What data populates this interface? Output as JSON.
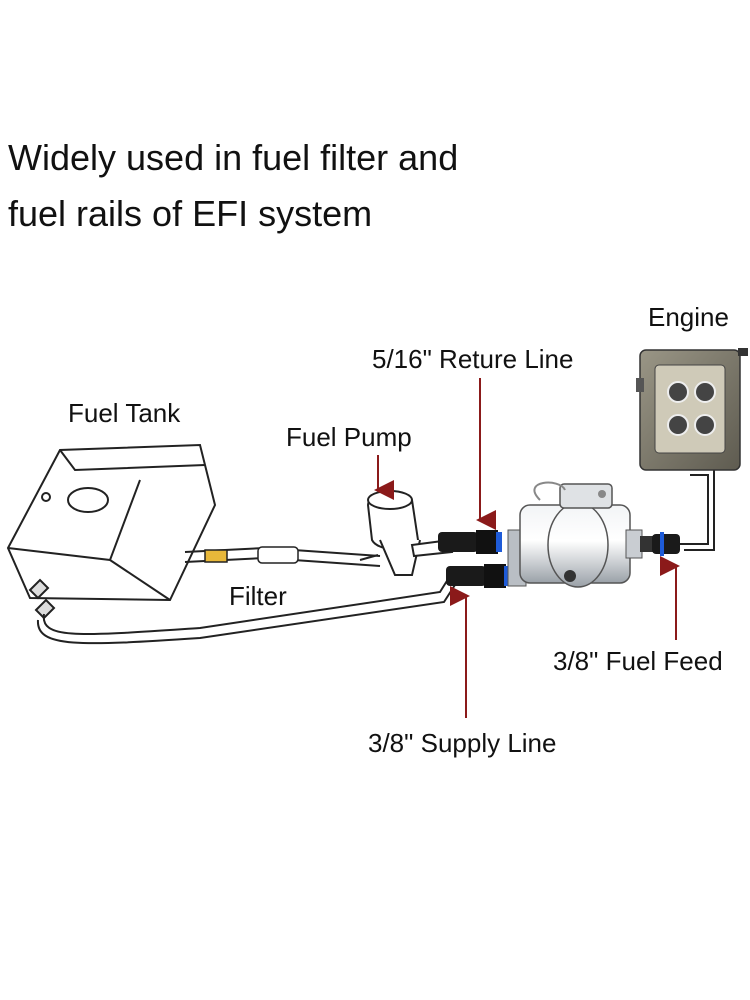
{
  "heading": {
    "line1": "Widely used in fuel filter and",
    "line2": "fuel rails of EFI system"
  },
  "labels": {
    "engine": "Engine",
    "return_line": "5/16\" Reture Line",
    "fuel_tank": "Fuel Tank",
    "fuel_pump": "Fuel Pump",
    "filter": "Filter",
    "fuel_feed": "3/8\" Fuel Feed",
    "supply_line": "3/8\" Supply Line"
  },
  "colors": {
    "arrow": "#8b1a1a",
    "line_art": "#222222",
    "fitting_blue": "#1e5bd8",
    "filter_yellow": "#e8b83a",
    "regulator_body": "#c9cdd2"
  }
}
